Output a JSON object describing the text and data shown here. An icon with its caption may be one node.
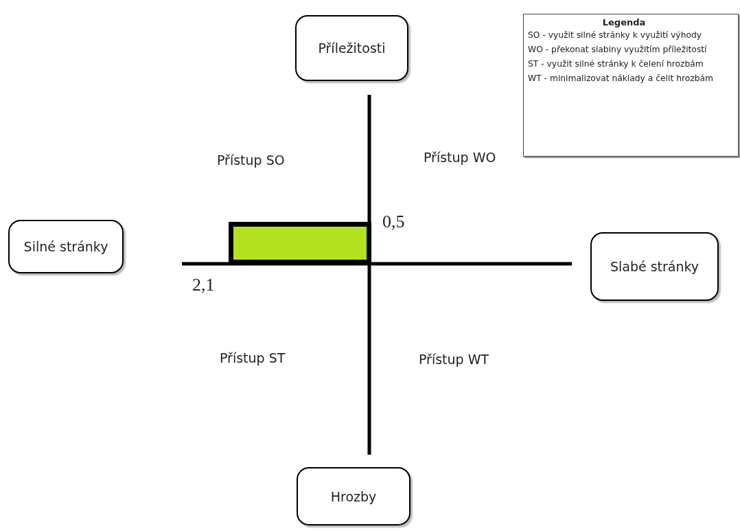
{
  "diagram": {
    "nodes": [
      {
        "text": [
          "Příležitosti"
        ]
      },
      {
        "text": [
          "Silné stránky"
        ]
      },
      {
        "text": [
          "Slabé stránky"
        ]
      },
      {
        "text": [
          "Hrozby"
        ]
      },
      {
        "text": [
          "Legenda",
          "SO - využit silné stránky k využití výhody",
          "WO - překonat slabiny využitím příležitostí",
          "ST  - využit silné stránky k čelení hrozbám",
          "WT - minimalizovat náklady a čelit hrozbám"
        ]
      },
      {
        "text": [],
        "shape": "bar"
      }
    ],
    "edges": [],
    "labels": [
      "Přístup SO",
      "Přístup WO",
      "0,5",
      "2,1",
      "Přístup ST",
      "Přístup WT"
    ]
  }
}
